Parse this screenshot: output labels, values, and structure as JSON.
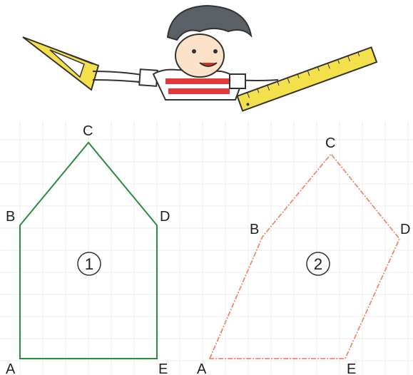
{
  "illustration": {
    "description_icon": "boy-with-set-square-and-ruler-icon"
  },
  "shape1": {
    "number": "1",
    "vertices": {
      "A": "A",
      "B": "B",
      "C": "C",
      "D": "D",
      "E": "E"
    },
    "color": "#2e8b3e",
    "style": "solid"
  },
  "shape2": {
    "number": "2",
    "vertices": {
      "A": "A",
      "B": "B",
      "C": "C",
      "D": "D",
      "E": "E"
    },
    "color": "#f08a6a",
    "style": "dashed"
  },
  "grid": {
    "color": "#ececec"
  }
}
